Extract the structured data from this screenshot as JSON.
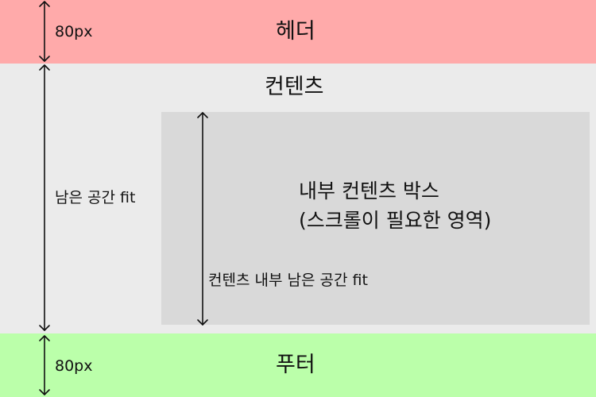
{
  "header": {
    "title": "헤더",
    "height_label": "80px",
    "color": "#ffaaaa"
  },
  "content": {
    "title": "컨텐츠",
    "remaining_label": "남은 공간 fit",
    "color": "#ebebeb",
    "inner_box": {
      "title_line1": "내부 컨텐츠 박스",
      "title_line2": "(스크롤이 필요한 영역)",
      "remaining_label": "컨텐츠 내부 남은 공간 fit",
      "color": "#d9d9d9"
    }
  },
  "footer": {
    "title": "푸터",
    "height_label": "80px",
    "color": "#bbffaa"
  }
}
